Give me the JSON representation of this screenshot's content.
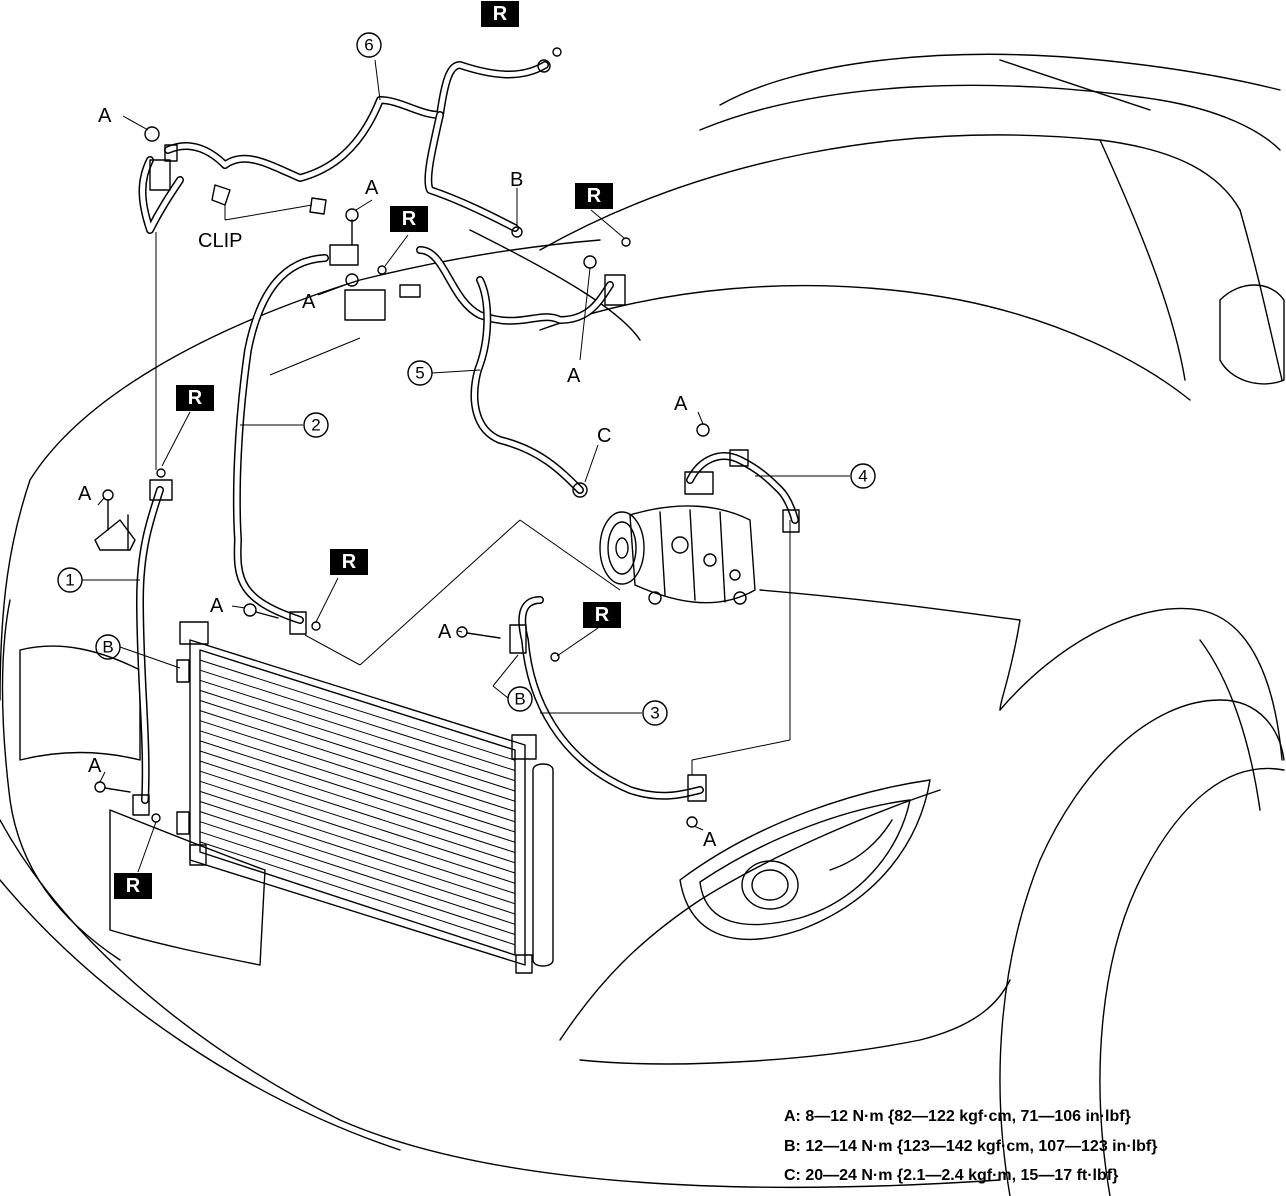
{
  "callouts": {
    "c1": "1",
    "c2": "2",
    "c3": "3",
    "c4": "4",
    "c5": "5",
    "c6": "6"
  },
  "letters": {
    "A": "A",
    "B": "B",
    "C": "C",
    "clip": "CLIP",
    "reuse": "R"
  },
  "torque_specs": [
    "A: 8—12 N·m {82—122 kgf·cm, 71—106 in·lbf}",
    "B: 12—14 N·m {123—142 kgf·cm, 107—123 in·lbf}",
    "C: 20—24 N·m {2.1—2.4 kgf·m, 15—17 ft·lbf}"
  ]
}
